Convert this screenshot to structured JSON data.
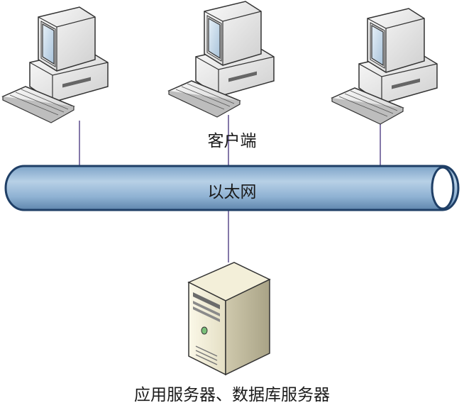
{
  "diagram": {
    "clients_label": "客户端",
    "network_label": "以太网",
    "server_label": "应用服务器、数据库服务器"
  },
  "colors": {
    "pipe_fill": "#98b9d6",
    "pipe_stroke": "#1f3f66",
    "connector": "#5a4a8c",
    "computer_shell": "#e9e9e9",
    "screen": "#cfe0ee"
  },
  "nodes": [
    {
      "name": "client-1",
      "type": "computer-icon"
    },
    {
      "name": "client-2",
      "type": "computer-icon"
    },
    {
      "name": "client-3",
      "type": "computer-icon"
    },
    {
      "name": "server",
      "type": "server-tower-icon"
    }
  ]
}
